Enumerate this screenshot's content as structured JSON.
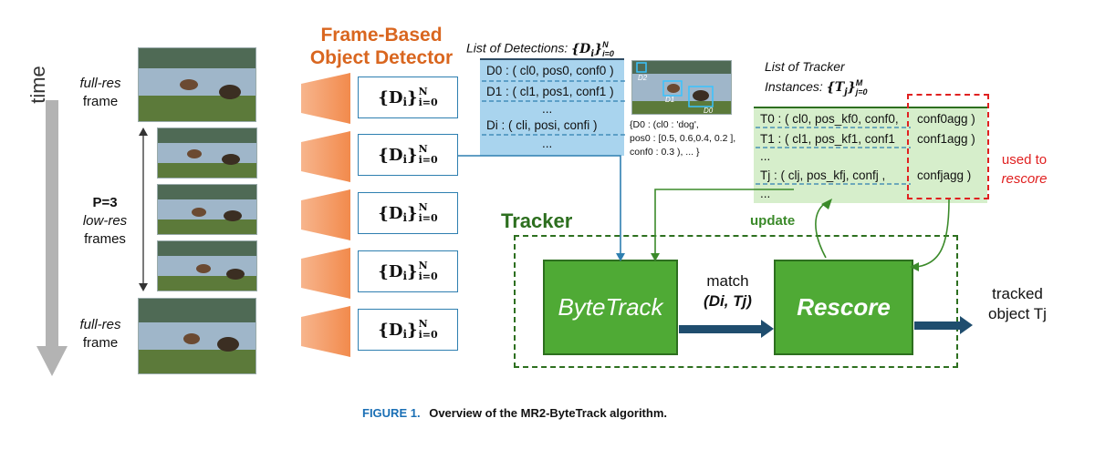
{
  "time_axis": {
    "label": "time"
  },
  "frames": {
    "full_res_top": {
      "line1": "full-res",
      "line2": "frame"
    },
    "low_res": {
      "p_label": "P=3",
      "line1": "low-res",
      "line2": "frames"
    },
    "full_res_bottom": {
      "line1": "full-res",
      "line2": "frame"
    }
  },
  "detector": {
    "title_line1": "Frame-Based",
    "title_line2": "Object Detector"
  },
  "det_set": {
    "symbol": "{D",
    "sub": "i",
    "close": "}",
    "sup": "N",
    "sub2": "i=0"
  },
  "detections_list": {
    "title_pre": "List of Detections: ",
    "title_math": "{D",
    "title_sub": "i",
    "title_close": "}",
    "title_sup": "N",
    "title_sub2": "i=0",
    "rows": [
      "D0 : ( cl0, pos0, conf0 )",
      "D1 : ( cl1, pos1, conf1 )",
      "...",
      "Di : ( cli, posi, confi )",
      "..."
    ],
    "example": {
      "line1": "{D0 : (cl0 : 'dog',",
      "line2": "pos0 : [0.5, 0.6,0.4, 0.2 ],",
      "line3": "conf0 : 0.3 ), ... }"
    },
    "bbox_labels": [
      "D0",
      "D1",
      "D2"
    ]
  },
  "tracker_list": {
    "title_line1": "List of Tracker",
    "title_line2_pre": "Instances: ",
    "title_math": "{T",
    "title_sub": "j",
    "title_close": "}",
    "title_sup": "M",
    "title_sub2": "j=0",
    "rows": [
      {
        "left": "T0 : ( cl0, pos_kf0, conf0,",
        "right": "conf0agg )"
      },
      {
        "left": "T1 : ( cl1, pos_kf1, conf1",
        "right": "conf1agg )"
      },
      {
        "left": "...",
        "right": ""
      },
      {
        "left": "Tj : ( clj, pos_kfj, confj ,",
        "right": "confjagg )"
      },
      {
        "left": "...",
        "right": ""
      }
    ],
    "note_line1": "used to",
    "note_line2": "rescore"
  },
  "tracker": {
    "title": "Tracker",
    "update_label": "update",
    "bytetrack": "ByteTrack",
    "match_label": "match",
    "match_args": "(Di, Tj)",
    "rescore": "Rescore",
    "output_line1": "tracked",
    "output_line2": "object Tj"
  },
  "caption": {
    "figure": "FIGURE 1.",
    "text": "Overview of the MR2-ByteTrack algorithm."
  },
  "colors": {
    "orange": "#d9661f",
    "blue_box": "#2e7fb0",
    "light_blue_fill": "#a9d4ee",
    "green": "#4faa35",
    "light_green_fill": "#d6eecb",
    "dark_green": "#2d6f1f",
    "red": "#e02020",
    "caption_blue": "#1a6fb5",
    "navy_arrow": "#1f3d5c"
  }
}
